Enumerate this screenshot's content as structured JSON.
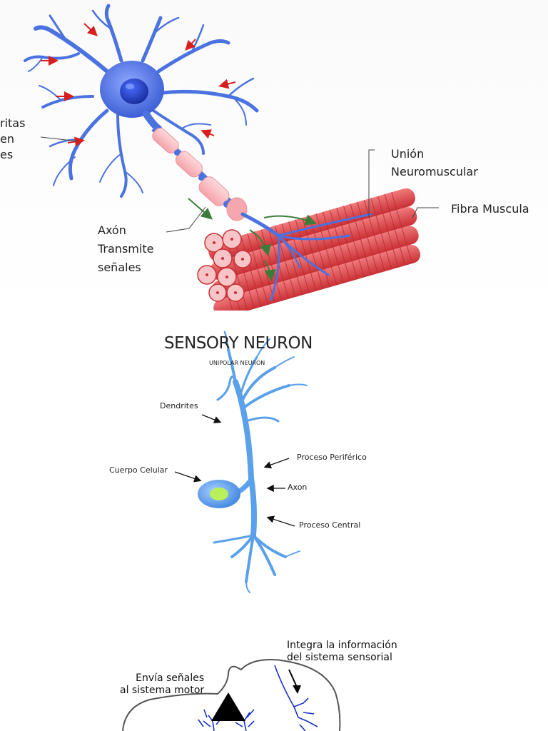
{
  "motor_neuron": {
    "dendritas_lines": [
      "ritas",
      "en",
      "es"
    ],
    "union_neuromuscular": "Unión\nNeuromuscular",
    "fibra_muscular": "Fibra Muscula",
    "axon_label": "Axón\nTransmite\nseñales"
  },
  "sensory_neuron": {
    "title": "SENSORY NEURON",
    "subtitle": "UNIPOLAR NEURON",
    "dendrites": "Dendrites",
    "proceso_periferico": "Proceso Periférico",
    "cuerpo_celular": "Cuerpo Celular",
    "axon": "Axon",
    "proceso_central": "Proceso Central"
  },
  "spinal_cord": {
    "integra": "Integra la información\ndel sistema sensorial",
    "envia": "Envía señales\nal sistema motor"
  },
  "colors": {
    "neuron_blue": "#4a72e0",
    "sensory_blue": "#5aa0ea",
    "muscle_red": "#e0484c",
    "arrow_red": "#d81e1e",
    "arrow_green": "#3a7d3a",
    "nucleus_green": "#b8f05a"
  }
}
